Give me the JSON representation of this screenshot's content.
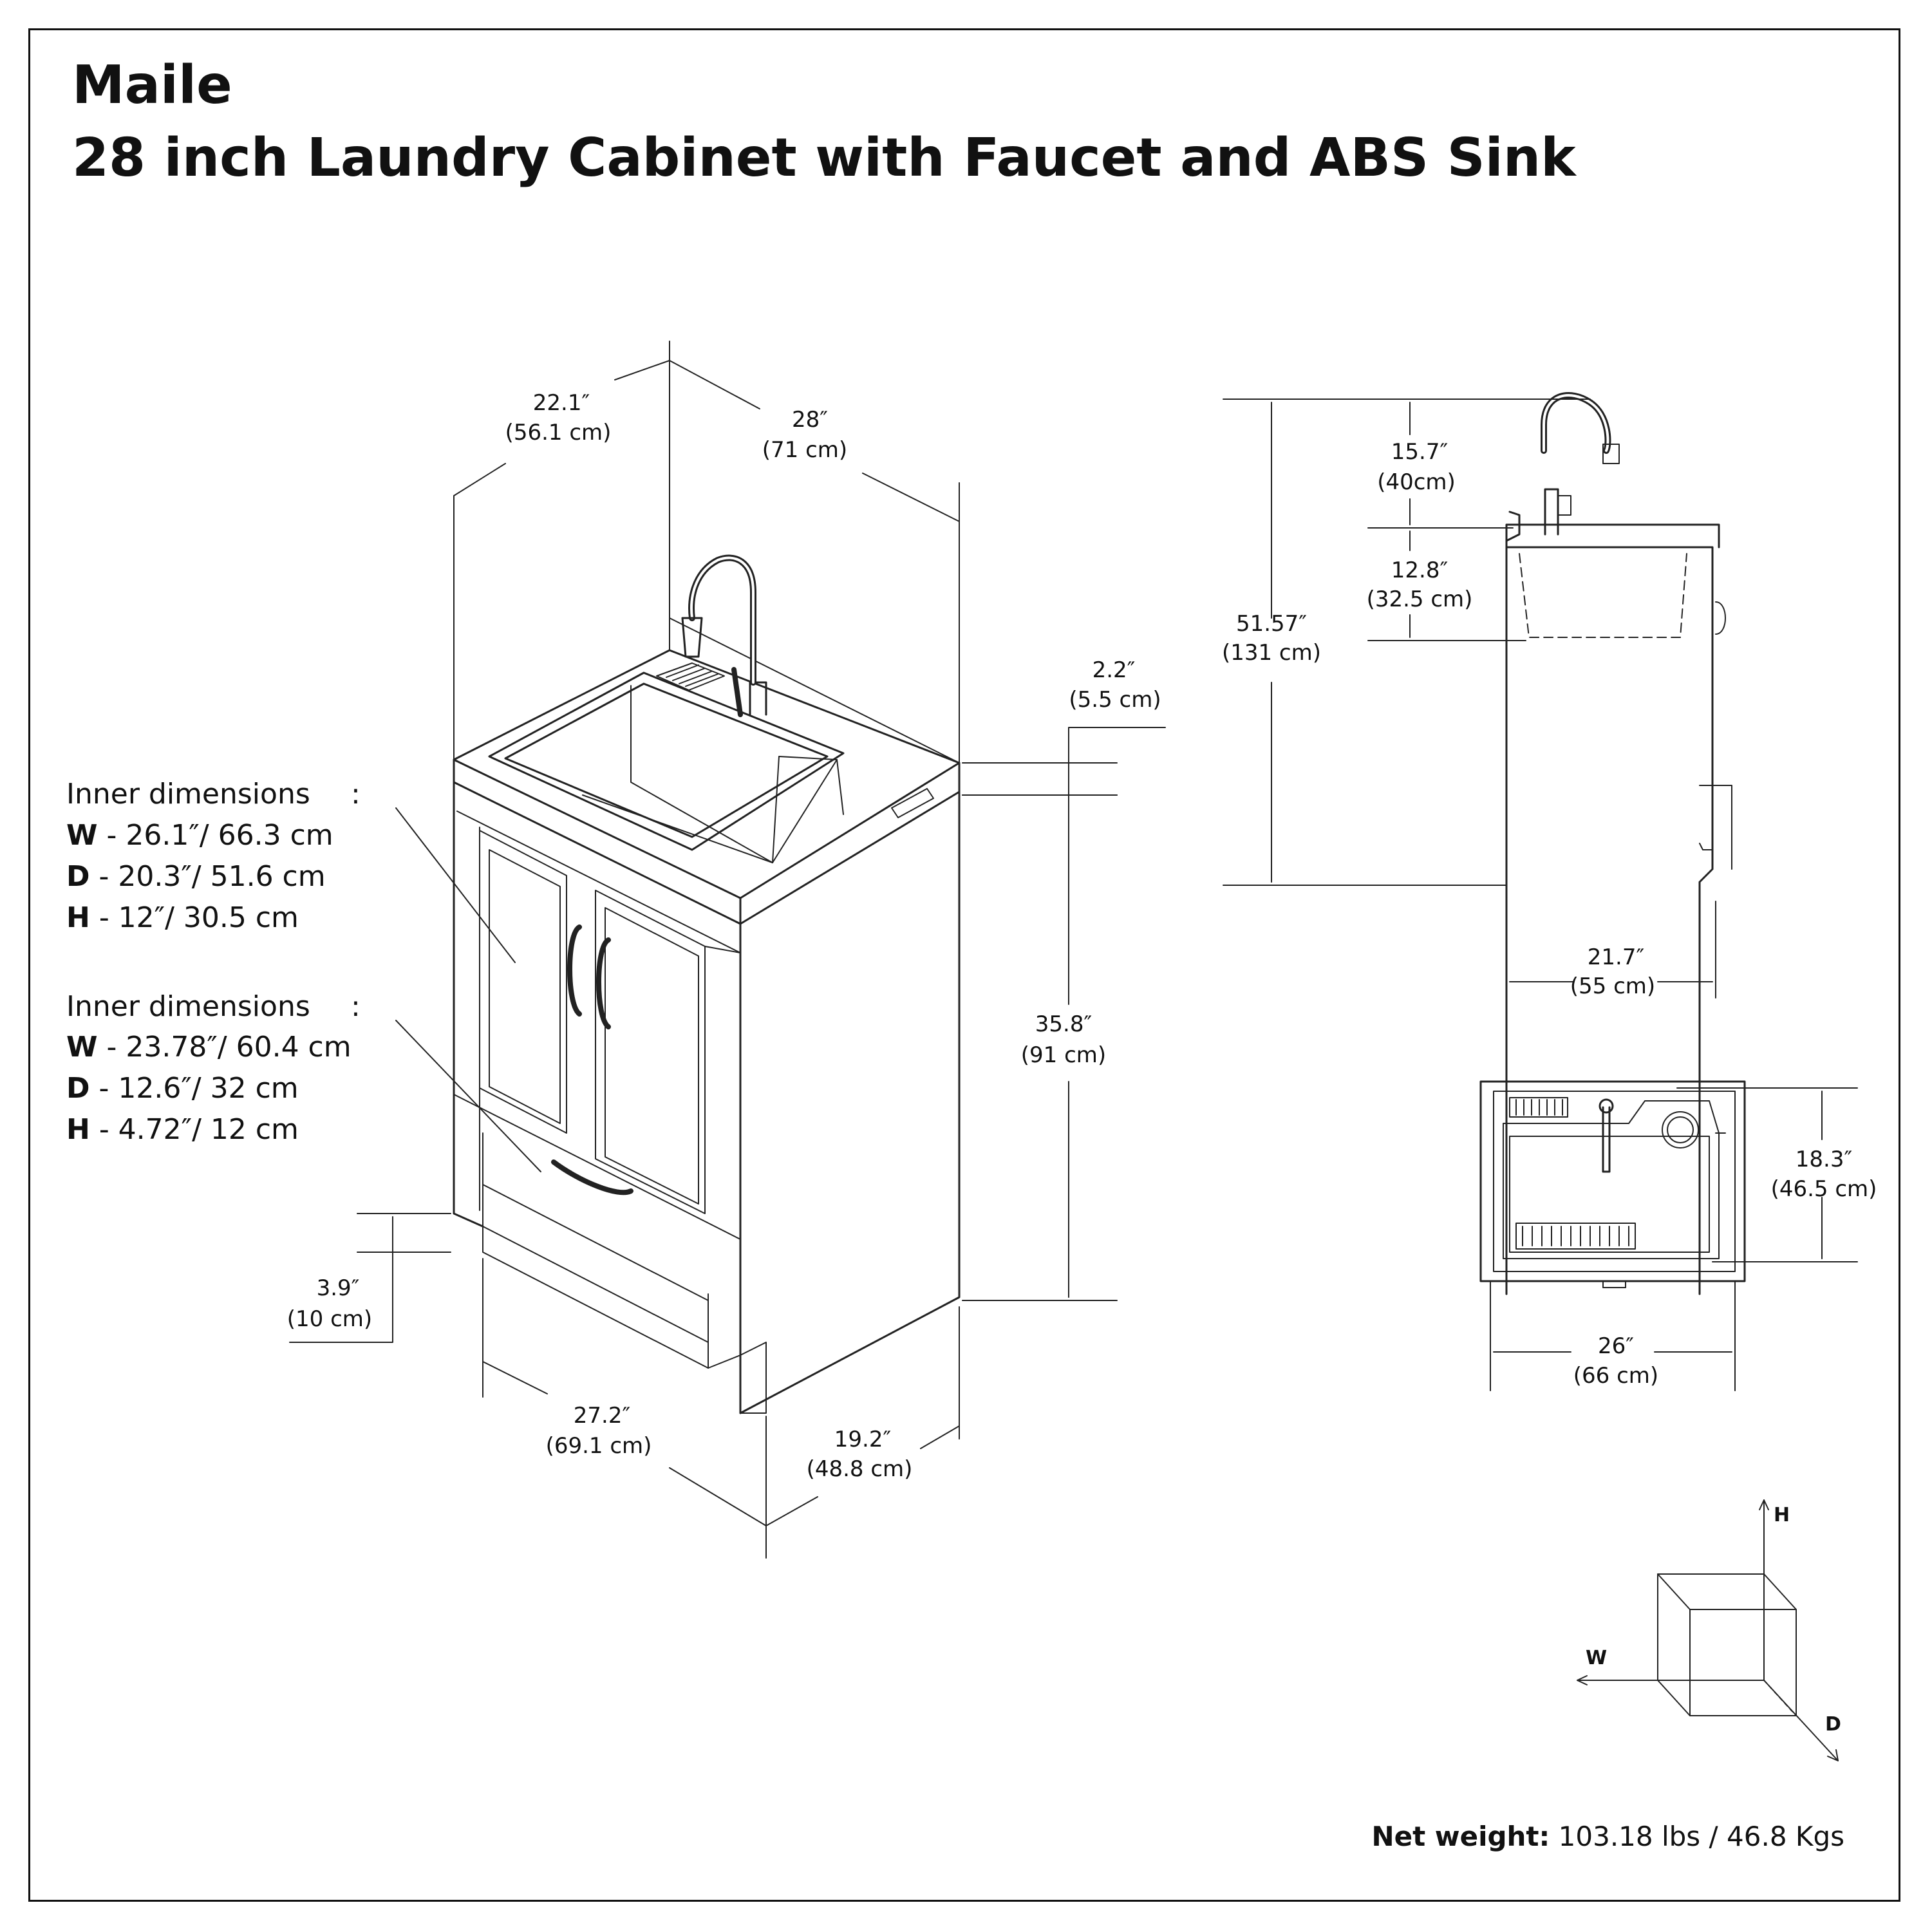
{
  "title": {
    "line1": "Maile",
    "line2": "28 inch Laundry Cabinet with Faucet and ABS Sink"
  },
  "dimensions": {
    "depth_top": {
      "in": "22.1″",
      "cm": "(56.1 cm)"
    },
    "width_top": {
      "in": "28″",
      "cm": "(71 cm)"
    },
    "counter": {
      "in": "2.2″",
      "cm": "(5.5 cm)"
    },
    "cabinet_height": {
      "in": "35.8″",
      "cm": "(91 cm)"
    },
    "toe_kick": {
      "in": "3.9″",
      "cm": "(10 cm)"
    },
    "base_width": {
      "in": "27.2″",
      "cm": "(69.1 cm)"
    },
    "base_depth": {
      "in": "19.2″",
      "cm": "(48.8 cm)"
    },
    "faucet_height": {
      "in": "15.7″",
      "cm": "(40cm)"
    },
    "sink_depth": {
      "in": "12.8″",
      "cm": "(32.5 cm)"
    },
    "total_height": {
      "in": "51.57″",
      "cm": "(131 cm)"
    },
    "side_depth": {
      "in": "21.7″",
      "cm": "(55 cm)"
    },
    "sink_front_back": {
      "in": "18.3″",
      "cm": "(46.5 cm)"
    },
    "sink_width": {
      "in": "26″",
      "cm": "(66 cm)"
    }
  },
  "inner_cabinet": {
    "heading": "Inner dimensions",
    "colon": ":",
    "w_key": "W",
    "w_val": " - 26.1″/ 66.3 cm",
    "d_key": "D",
    "d_val": " - 20.3″/ 51.6 cm",
    "h_key": "H",
    "h_val": " - 12″/ 30.5 cm"
  },
  "inner_drawer": {
    "heading": "Inner dimensions",
    "colon": ":",
    "w_key": "W",
    "w_val": " - 23.78″/ 60.4 cm",
    "d_key": "D",
    "d_val": " - 12.6″/ 32 cm",
    "h_key": "H",
    "h_val": " - 4.72″/ 12 cm"
  },
  "axes": {
    "h": "H",
    "w": "W",
    "d": "D"
  },
  "net_weight": {
    "label": "Net weight:",
    "value": " 103.18 lbs / 46.8 Kgs"
  }
}
